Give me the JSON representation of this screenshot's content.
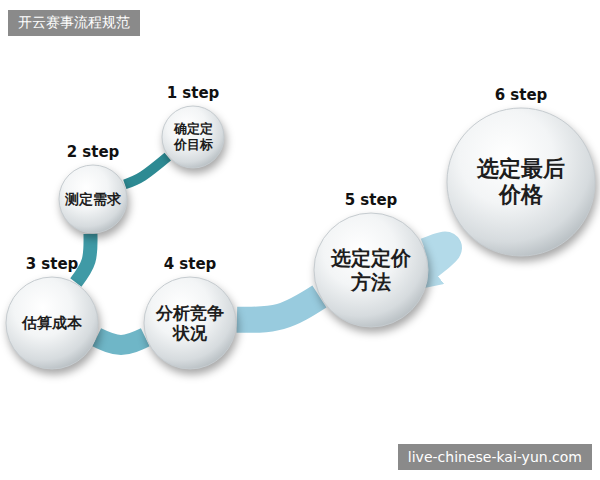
{
  "diagram": {
    "title": "开云赛事流程规范",
    "nodes": [
      {
        "text": [
          "1 step",
          "确定定价目标"
        ]
      },
      {
        "text": [
          "2 step",
          "测定需求"
        ]
      },
      {
        "text": [
          "3 step",
          "估算成本"
        ]
      },
      {
        "text": [
          "4 step",
          "分析竞争状况"
        ]
      },
      {
        "text": [
          "5 step",
          "选定定价方法"
        ]
      },
      {
        "text": [
          "6 step",
          "选定最后价格"
        ]
      }
    ],
    "edges": [
      {
        "from": 0,
        "to": 1,
        "arrow": "none"
      },
      {
        "from": 1,
        "to": 2,
        "arrow": "none"
      },
      {
        "from": 2,
        "to": 3,
        "arrow": "none"
      },
      {
        "from": 3,
        "to": 4,
        "arrow": "none"
      },
      {
        "from": 4,
        "to": 5,
        "arrow": "to"
      }
    ],
    "labels": [
      "live-chinese-kai-yun.com"
    ]
  }
}
